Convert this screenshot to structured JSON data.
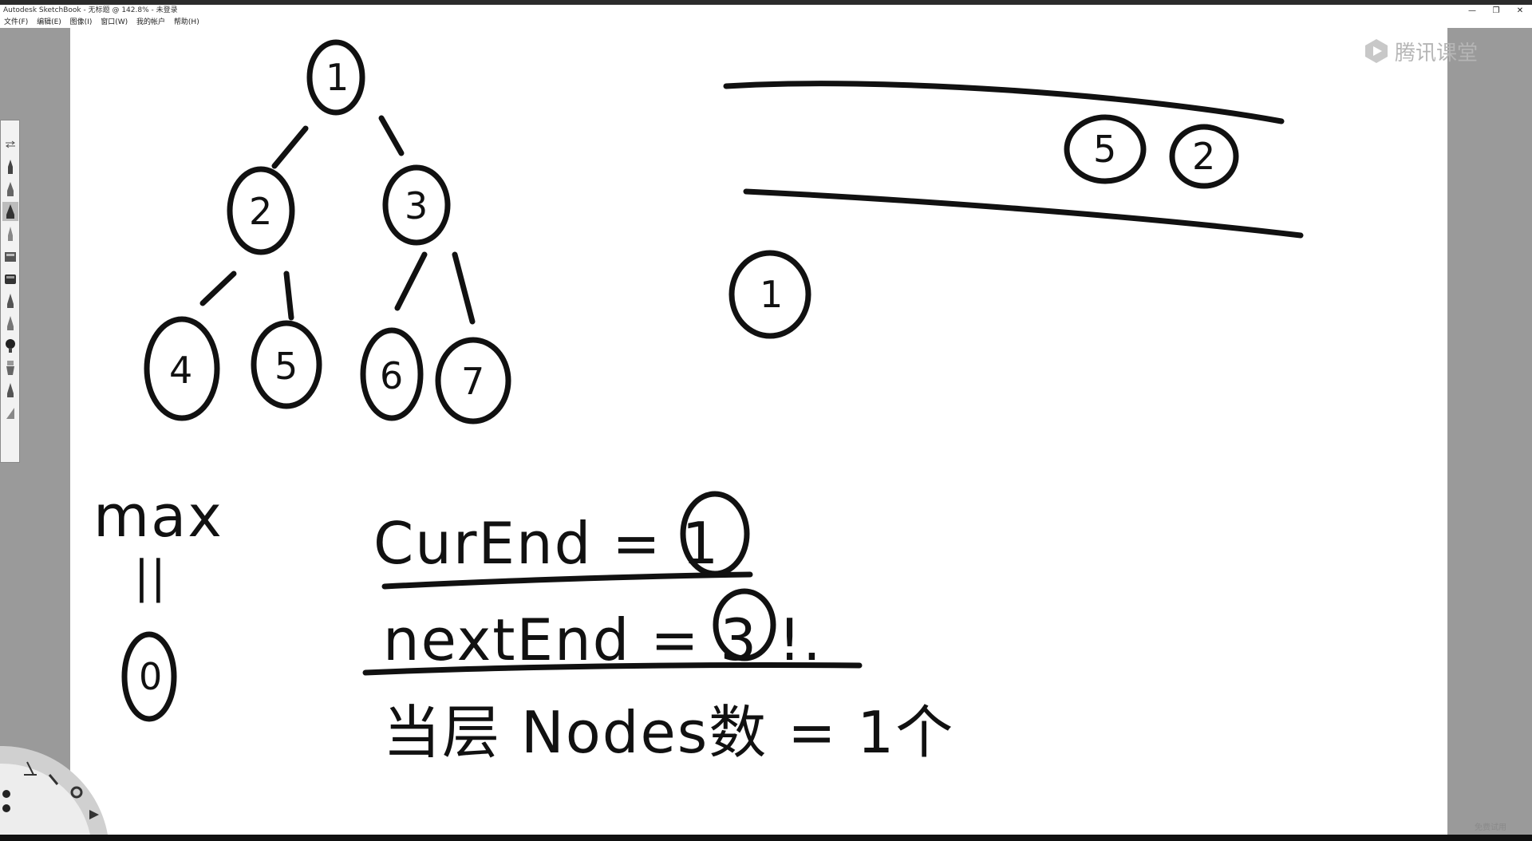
{
  "window": {
    "title": "Autodesk SketchBook - 无标题 @ 142.8% - 未登录",
    "controls": [
      "minimize-icon",
      "restore-icon",
      "close-icon"
    ]
  },
  "menubar": {
    "items": [
      "文件(F)",
      "编辑(E)",
      "图像(I)",
      "窗口(W)",
      "我的帐户",
      "帮助(H)"
    ]
  },
  "toolbar": {
    "tools": [
      "swap-icon",
      "pen-icon",
      "pencil-icon",
      "marker-icon",
      "brush-icon",
      "eraser-icon",
      "ink-icon",
      "chisel-icon",
      "airbrush-icon",
      "smudge-icon",
      "paint-icon",
      "pen2-icon",
      "ruler-icon"
    ],
    "selected_index": 3
  },
  "watermark": {
    "text": "腾讯课堂"
  },
  "status": {
    "text": "免费试用"
  },
  "sketch": {
    "tree_nodes": [
      "1",
      "2",
      "3",
      "4",
      "5",
      "6",
      "7"
    ],
    "queue_nodes": [
      "5",
      "2"
    ],
    "dequeued_node": "1",
    "max_label": "max",
    "max_equals": "||",
    "max_value": "0",
    "line1": "CurEnd = 1",
    "line2": "nextEnd = 3 !.",
    "line3": "当层 Nodes数 = 1个"
  },
  "colors": {
    "canvas": "#ffffff",
    "gutter": "#9a9a9a",
    "ink": "#111111"
  }
}
